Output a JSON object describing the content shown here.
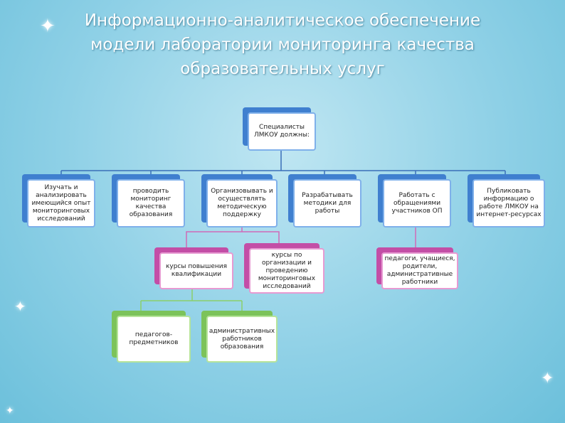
{
  "title": {
    "line1": "Информационно-аналитическое обеспечение",
    "line2": "модели лаборатории мониторинга качества",
    "line3": "образовательных услуг"
  },
  "diagram": {
    "root": "Специалисты ЛМКОУ должны:",
    "tasks": [
      "Изучать и анализировать имеющийся опыт мониторинговых исследований",
      "проводить мониторинг качества образования",
      "Организовывать и осуществлять методическую поддержку",
      "Разрабатывать методики для работы",
      "Работать с обращениями участников ОП",
      "Публиковать информацию о работе ЛМКОУ на интернет-ресурсах"
    ],
    "support": {
      "courses": "курсы повышения квалификации",
      "research_courses": "курсы по организации и проведению мониторинговых исследований"
    },
    "appeals": "педагоги, учащиеся, родители, административные работники",
    "course_targets": {
      "teachers": "педагогов-предметников",
      "admin": "административных работников образования"
    }
  },
  "colors": {
    "blue": "#3f7fcf",
    "pink": "#c34ea6",
    "green": "#7cc35a",
    "line_blue": "#3a6fb8",
    "line_pink": "#d06ab8",
    "line_green": "#8bcf6a"
  }
}
